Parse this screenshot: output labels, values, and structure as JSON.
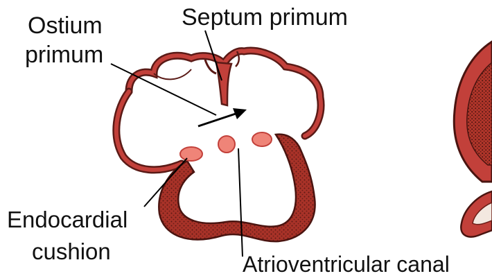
{
  "labels": {
    "ostium_line1": "Ostium",
    "ostium_line2": "primum",
    "septum": "Septum primum",
    "endo_line1": "Endocardial",
    "endo_line2": "cushion",
    "av_canal": "Atrioventricular canal"
  },
  "colors": {
    "wall_red": "#c2403a",
    "wall_outline": "#5a1a16",
    "muscle_dark": "#8a2a22",
    "cushion_pink": "#ef8478",
    "pointer": "#000000"
  },
  "icons": {
    "flow_arrow": "arrow-right-up-icon"
  }
}
